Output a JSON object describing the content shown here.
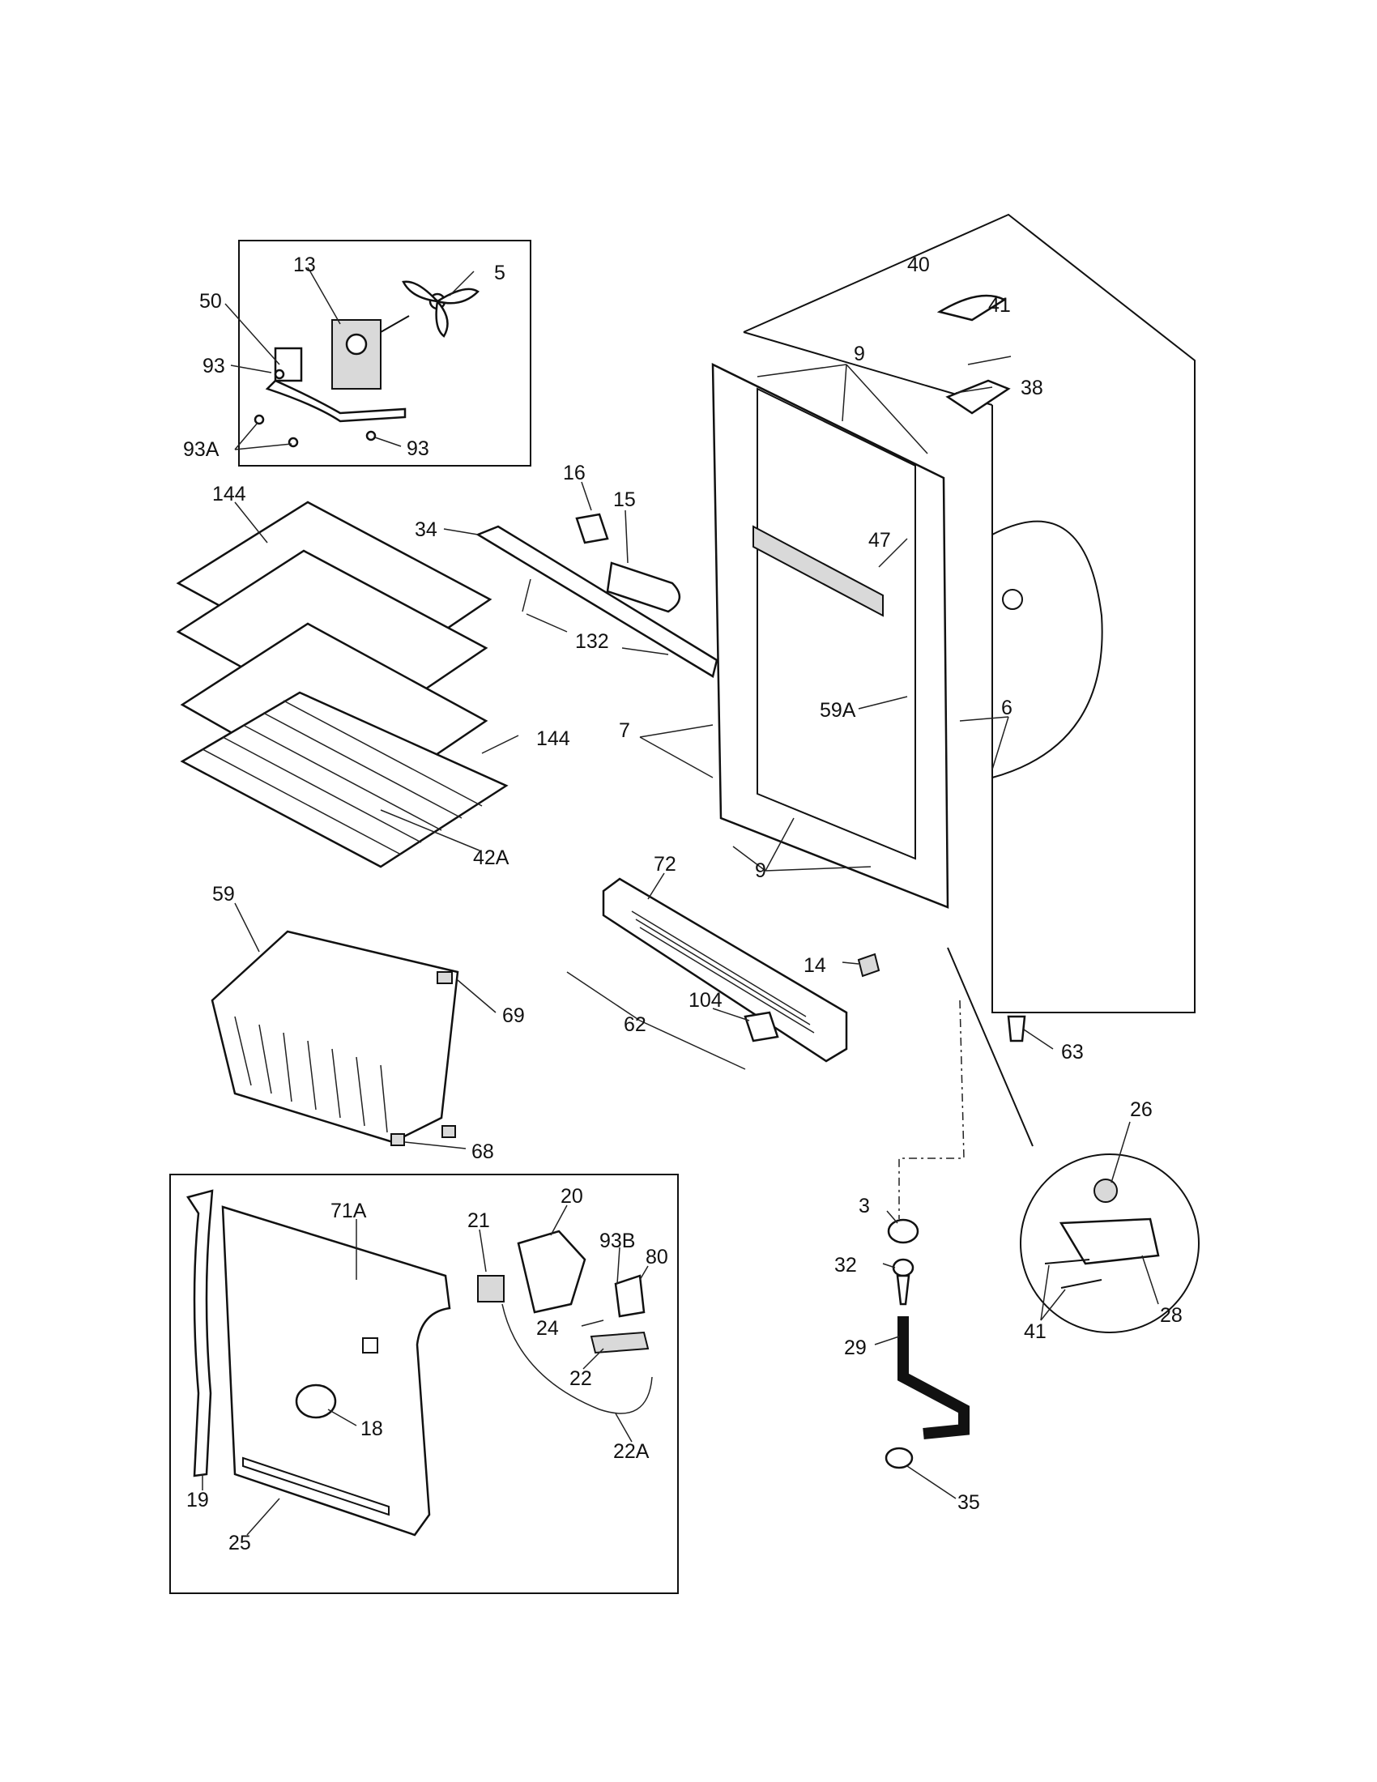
{
  "labels": {
    "l5": "5",
    "l13": "13",
    "l50": "50",
    "l93a": "93",
    "l93b": "93",
    "l93A": "93A",
    "l144a": "144",
    "l144b": "144",
    "l34": "34",
    "l16": "16",
    "l15": "15",
    "l132": "132",
    "l42A": "42A",
    "l40": "40",
    "l41a": "41",
    "l38": "38",
    "l9a": "9",
    "l47": "47",
    "l59A": "59A",
    "l6": "6",
    "l7": "7",
    "l9b": "9",
    "l72": "72",
    "l14": "14",
    "l104": "104",
    "l62": "62",
    "l63": "63",
    "l59": "59",
    "l69": "69",
    "l68": "68",
    "l26": "26",
    "l3": "3",
    "l32": "32",
    "l29": "29",
    "l35": "35",
    "l41b": "41",
    "l28": "28",
    "l20": "20",
    "l21": "21",
    "l71A": "71A",
    "l93B": "93B",
    "l80": "80",
    "l24": "24",
    "l22": "22",
    "l22A": "22A",
    "l18": "18",
    "l19": "19",
    "l25": "25"
  }
}
